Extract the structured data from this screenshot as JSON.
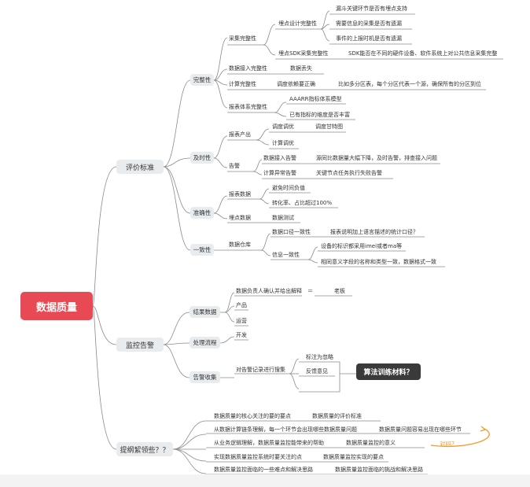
{
  "root": "数据质量",
  "l1": {
    "eval": "评价标准",
    "monitor": "监控告警",
    "tips": "提纲絜领些？？"
  },
  "eval": {
    "completeness": "完整性",
    "collect_completeness": "采集完整性",
    "tracking_design": "埋点设计完整性",
    "funnel_support": "漏斗关键环节是否有埋点支持",
    "info_complete": "需要信息的采集是否有遗漏",
    "event_timing": "事件的上报时机是否有遗漏",
    "sdk_collect": "埋点SDK采集完整性",
    "sdk_desc": "SDK能否在不同的硬件设备、软件系统上对公共信息采集完整",
    "data_access": "数据接入完整性",
    "data_loss": "数据丢失",
    "calc_completeness": "计算完整性",
    "calc_logic": "调度依赖要正确",
    "calc_desc": "比如多分区表，每个分区代表一个源，确保所有的分区到位",
    "report_system": "报表体系完整性",
    "aarrr": "AAARR指标体系模型",
    "dims": "已有指标的维度是否丰富",
    "timeliness": "及时性",
    "report_output": "报表产出",
    "schedule_opt": "调度调优",
    "gantt": "调度甘特图",
    "calc_opt": "计算调优",
    "alert": "告警",
    "access_alert": "数据接入告警",
    "access_alert_desc": "源同比数据量大幅下降，及时告警，排查接入问题",
    "calc_alert": "计算异常告警",
    "calc_alert_desc": "关键节点任务执行失败告警",
    "accuracy": "准确性",
    "report_data": "报表数据",
    "abnormal_value": "避免时间负值",
    "conversion": "转化率、占比超过100%",
    "tracking_data": "埋点数据",
    "data_test": "数据测试",
    "consistency": "一致性",
    "warehouse": "数据仓库",
    "caliber": "数据口径一致性",
    "caliber_desc": "报表说明加上语言描述的统计口径？",
    "info_consistency": "信息一致性",
    "device_id": "设备的标识都采用imei或者ma等",
    "field_naming": "相同意义字段的名称和类型一致，数据格式一致"
  },
  "monitor": {
    "result_data": "结果数据",
    "data_owner": "数据负责人确认并给出解释",
    "eq": "＝",
    "boss": "老板",
    "product": "产品",
    "ops": "运营",
    "process": "处理流程",
    "dev": "开发",
    "alert_collect": "告警收集",
    "alert_record": "对告警记录进行搜集",
    "mark_tag": "标注为忽略",
    "feedback": "反馈意见",
    "callout": "算法训练材料？"
  },
  "tips": {
    "line1a": "数据质量的核心关注的要的要点",
    "line1b": "数据质量的评价标准",
    "line2a": "从数据计算链条理解，每一个环节会出现哪些数据质量问题",
    "line2b": "数据质量问题容易出现在哪些环节",
    "line3a": "从业务逻辑理解，数据质量监控能带来的帮助",
    "line3b": "数据质量监控的意义",
    "line4a": "实现数据质量监控系统时要关注的点",
    "line4b": "数据质量监控实现的要点",
    "line5a": "数据质量监控面临的一些难点和解决思路",
    "line5b": "数据质量监控面临的挑战和解决思路",
    "note": "对吗？"
  },
  "colors": {
    "root": "#e84a55",
    "l1_bg": "#e8ecef",
    "callout": "#3a3a3a",
    "accent": "#f39a2c",
    "line": "#8a8a8a"
  }
}
